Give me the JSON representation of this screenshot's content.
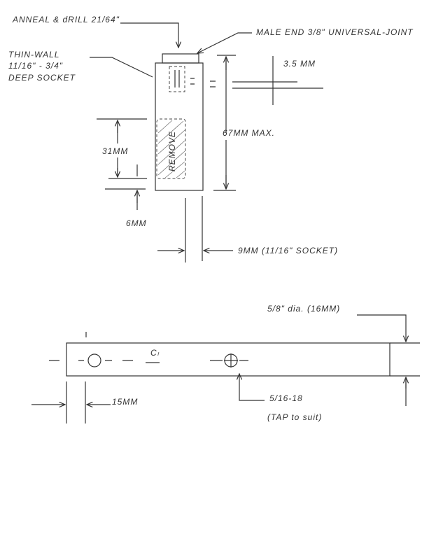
{
  "top_view": {
    "anneal_label": "ANNEAL & dRILL 21/64\"",
    "ujoint_label": "MALE END 3/8\" UNIVERSAL-JOINT",
    "socket_label": [
      "THIN-WALL",
      "11/16\" - 3/4\"",
      "DEEP SOCKET"
    ],
    "dim_35": "3.5 MM",
    "dim_67": "67MM  MAX.",
    "remove_label": "REMOVE",
    "dim_31": "31MM",
    "dim_6": "6MM",
    "dim_9": "9MM (11/16\" SOCKET)"
  },
  "bar_view": {
    "dia_label": "5/8\" dia. (16MM)",
    "centerline_label": "Cₗ",
    "tap_label": [
      "5/16-18",
      "(TAP to suit)"
    ],
    "dim_15": "15MM"
  }
}
